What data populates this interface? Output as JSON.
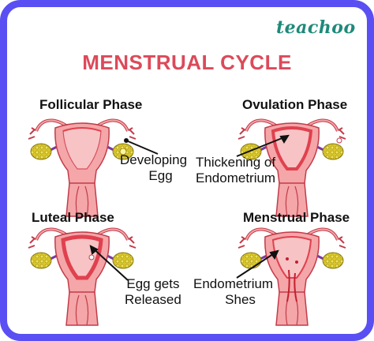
{
  "brand": "teachoo",
  "title": "MENSTRUAL CYCLE",
  "phases": [
    {
      "name": "Follicular Phase",
      "annotation": [
        "Developing",
        "Egg"
      ]
    },
    {
      "name": "Ovulation Phase",
      "annotation": [
        "Thickening of",
        "Endometrium"
      ]
    },
    {
      "name": "Luteal Phase",
      "annotation": [
        "Egg gets",
        "Released"
      ]
    },
    {
      "name": "Menstrual Phase",
      "annotation": [
        "Endometrium",
        "Shes"
      ]
    }
  ],
  "colors": {
    "frame": "#5a4ff2",
    "title": "#dc4a5a",
    "brand": "#1e8a7a",
    "uterus": "#f4a6a8",
    "endometrium": "#e0414f",
    "ovary": "#d8c62a"
  }
}
